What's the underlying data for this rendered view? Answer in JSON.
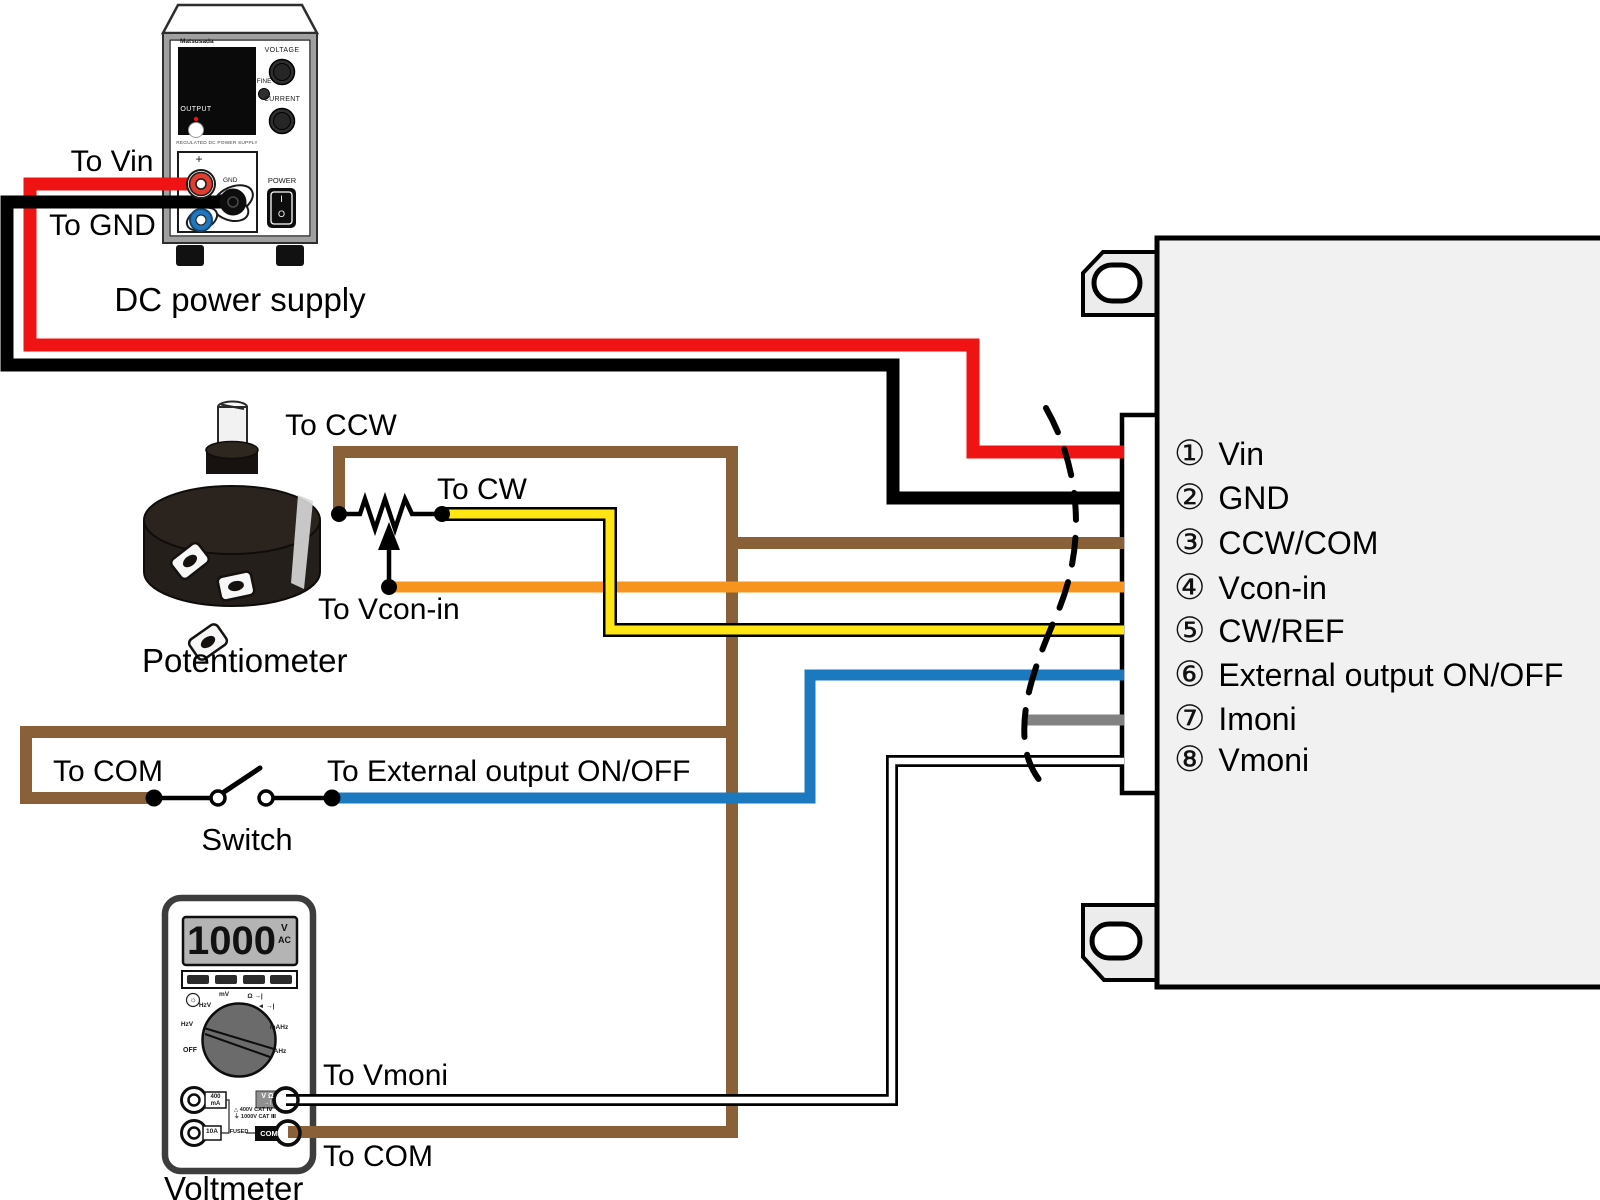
{
  "labels": {
    "to_vin": "To Vin",
    "to_gnd": "To GND",
    "dc_power_supply": "DC power supply",
    "to_ccw": "To CCW",
    "to_cw": "To CW",
    "to_vcon_in": "To Vcon-in",
    "potentiometer": "Potentiometer",
    "to_com": "To COM",
    "to_external": "To External output ON/OFF",
    "switch": "Switch",
    "to_vmoni": "To Vmoni",
    "to_com_meter": "To COM",
    "voltmeter": "Voltmeter"
  },
  "power_supply": {
    "brand": "Matsusada",
    "voltage": "VOLTAGE",
    "fine": "FINE",
    "current": "CURRENT",
    "output": "OUTPUT",
    "subtitle": "REGULATED DC POWER SUPPLY",
    "plus": "+",
    "gnd": "GND",
    "power": "POWER",
    "on": "I",
    "off": "O"
  },
  "voltmeter_panel": {
    "lcd": "1000",
    "unit_v": "V",
    "unit_ac": "AC",
    "dial": {
      "light": "☼",
      "mv": "mV",
      "ohm": "Ω →|",
      "hzv1": "HzV",
      "sound": "◄ →|",
      "hzv2": "HzV",
      "mahz": "mAHz",
      "off": "OFF",
      "ahz": "AHz"
    },
    "terminals": {
      "a400": "400",
      "ma": "mA",
      "a10": "10A",
      "vohm": "V Ω",
      "diode": "→|",
      "com": "COM",
      "fused": "FUSED",
      "warn1": "△ 400V CAT Ⅳ",
      "warn2": "⏚ 1000V CAT Ⅲ"
    }
  },
  "device": {
    "pins": [
      {
        "num": "①",
        "label": "Vin"
      },
      {
        "num": "②",
        "label": "GND"
      },
      {
        "num": "③",
        "label": "CCW/COM"
      },
      {
        "num": "④",
        "label": "Vcon-in"
      },
      {
        "num": "⑤",
        "label": "CW/REF"
      },
      {
        "num": "⑥",
        "label": "External output ON/OFF"
      },
      {
        "num": "⑦",
        "label": "Imoni"
      },
      {
        "num": "⑧",
        "label": "Vmoni"
      }
    ]
  },
  "wire_colors": {
    "vin": "#f01313",
    "gnd": "#000000",
    "ccw_com": "#8a6038",
    "vcon_in": "#f7941e",
    "cw_ref": "#ffe613",
    "ext_onoff": "#1b79c0",
    "imoni": "#828282",
    "vmoni": "#ffffff"
  }
}
